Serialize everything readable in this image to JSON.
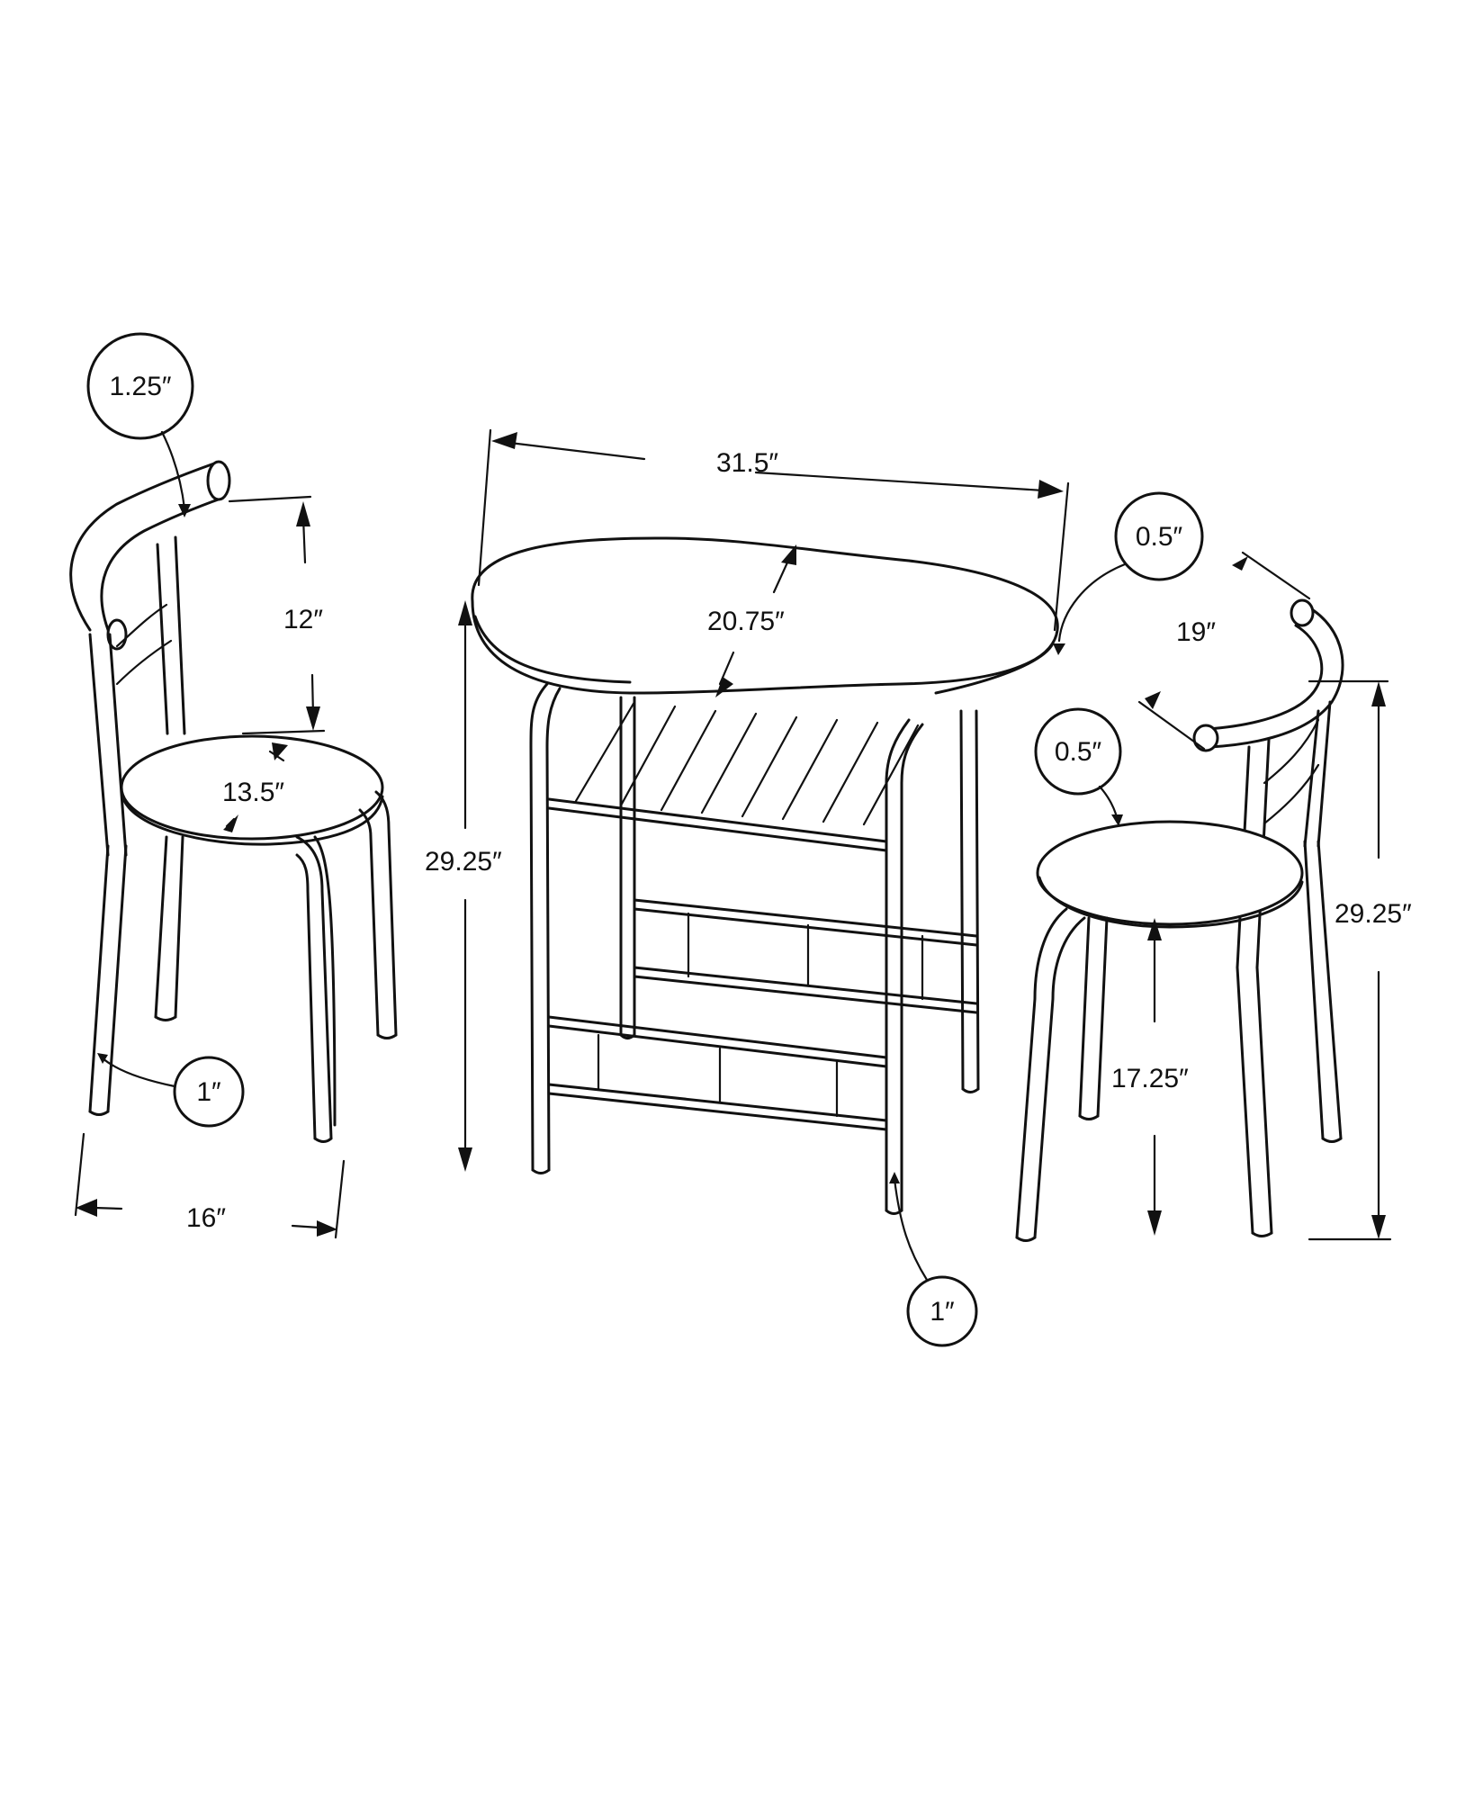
{
  "diagram": {
    "title": "",
    "subject": "3-piece bistro dining set: oval table with slatted shelf and two round-seat chairs",
    "left_chair": {
      "callout_top_tube": "1.25″",
      "back_height": "12″",
      "seat_diameter": "13.5″",
      "callout_leg_tube": "1″",
      "footprint_width": "16″"
    },
    "table": {
      "top_width": "31.5″",
      "top_depth": "20.75″",
      "height": "29.25″",
      "callout_top_thickness": "0.5″",
      "callout_leg_tube": "1″"
    },
    "right_chair": {
      "back_width": "19″",
      "callout_seat_thickness": "0.5″",
      "overall_height": "29.25″",
      "seat_height": "17.25″"
    },
    "colors": {
      "line": "#111111",
      "background": "#ffffff"
    }
  }
}
